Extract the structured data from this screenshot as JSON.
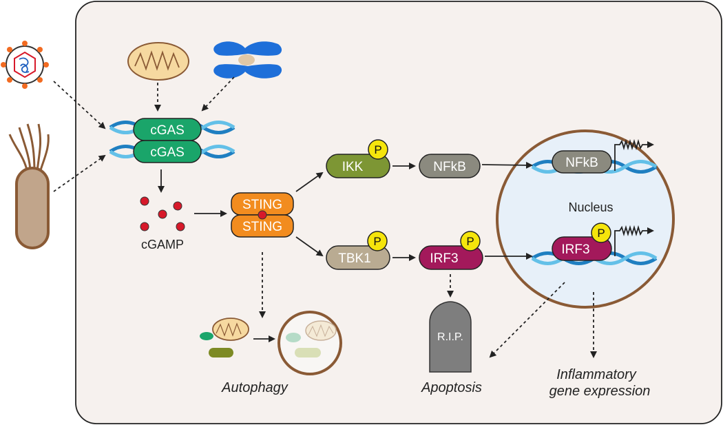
{
  "labels": {
    "cgas_top": "cGAS",
    "cgas_bottom": "cGAS",
    "cgamp": "cGAMP",
    "sting_top": "STING",
    "sting_bottom": "STING",
    "ikk": "IKK",
    "nfkb": "NFkB",
    "nfkb_nucleus": "NFkB",
    "tbk1": "TBK1",
    "irf3": "IRF3",
    "irf3_nucleus": "IRF3",
    "phospho": "P",
    "nucleus": "Nucleus",
    "rip": "R.I.P.",
    "autophagy": "Autophagy",
    "apoptosis": "Apoptosis",
    "inflammatory_line1": "Inflammatory",
    "inflammatory_line2": "gene expression"
  },
  "colors": {
    "cell_fill": "#f6f1ee",
    "cgas": "#1aa56a",
    "sting": "#f28c1f",
    "ikk": "#7d9634",
    "nfkb": "#8b8a7f",
    "tbk1": "#b9ab92",
    "irf3": "#a3195b",
    "phospho": "#f5e50c",
    "dna_dark": "#1f7fc1",
    "dna_light": "#63c0e8",
    "nucleus_fill": "#e7f0f9",
    "membrane": "#8a5a35",
    "cgamp_dot": "#d7192a"
  }
}
